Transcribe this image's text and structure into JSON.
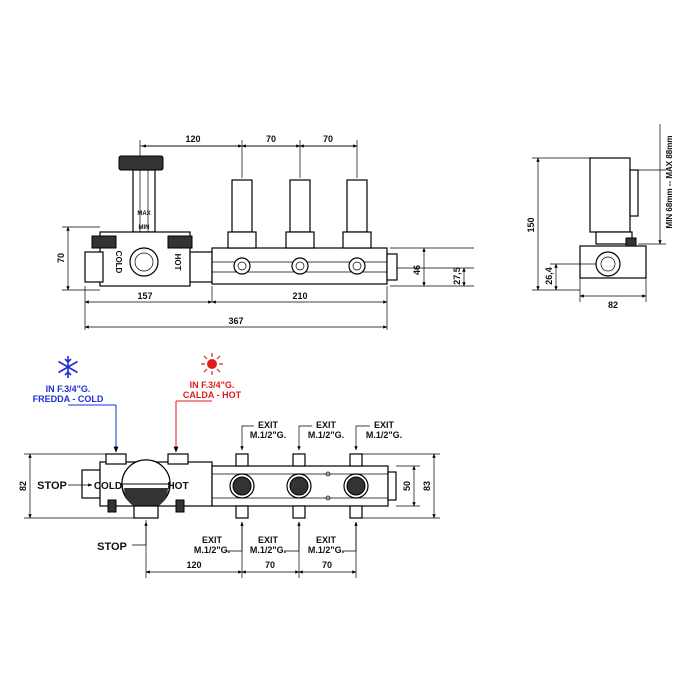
{
  "front_view": {
    "dims": {
      "top_120": "120",
      "top_70a": "70",
      "top_70b": "70",
      "left_70": "70",
      "right_46": "46",
      "right_27_5": "27,5",
      "bottom_157": "157",
      "bottom_210": "210",
      "bottom_367": "367"
    },
    "valve_labels": {
      "max": "MAX",
      "min": "MIN",
      "cold": "COLD",
      "hot": "HOT"
    }
  },
  "side_view": {
    "dims": {
      "height_150": "150",
      "offset_26_4": "26,4",
      "width_82": "82",
      "wall_depth": "MIN 68mm -- MAX 88mm"
    }
  },
  "top_view": {
    "inlet_cold": {
      "line1": "IN F.3/4\"G.",
      "line2": "FREDDA - COLD",
      "icon": "snowflake-icon",
      "color": "#1f2fd6"
    },
    "inlet_hot": {
      "line1": "IN F.3/4\"G.",
      "line2": "CALDA - HOT",
      "icon": "sun-icon",
      "color": "#e21b1b"
    },
    "exit_top": [
      {
        "line1": "EXIT",
        "line2": "M.1/2\"G."
      },
      {
        "line1": "EXIT",
        "line2": "M.1/2\"G."
      },
      {
        "line1": "EXIT",
        "line2": "M.1/2\"G."
      }
    ],
    "exit_bottom": [
      {
        "line1": "EXIT",
        "line2": "M.1/2\"G."
      },
      {
        "line1": "EXIT",
        "line2": "M.1/2\"G."
      },
      {
        "line1": "EXIT",
        "line2": "M.1/2\"G."
      }
    ],
    "stop_left": "STOP",
    "stop_bottom": "STOP",
    "cold_label": "COLD",
    "hot_label": "HOT",
    "dims": {
      "left_82": "82",
      "right_50": "50",
      "right_83": "83",
      "bottom_120": "120",
      "bottom_70a": "70",
      "bottom_70b": "70"
    }
  }
}
